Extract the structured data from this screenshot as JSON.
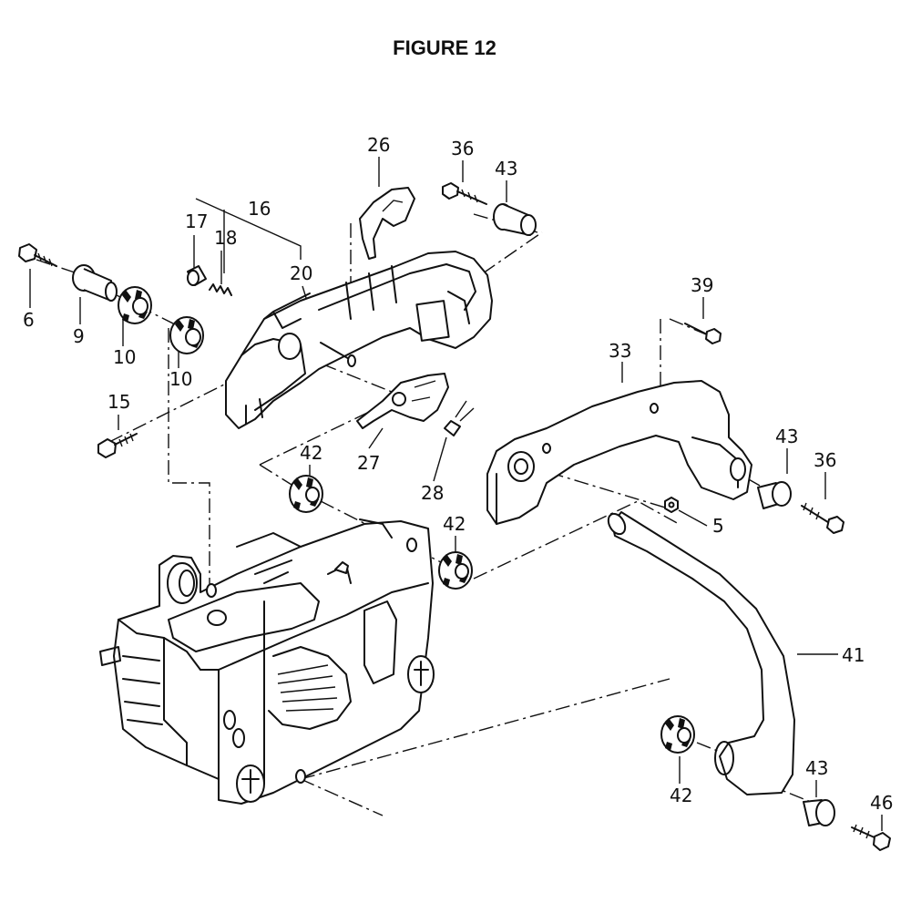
{
  "figure": {
    "title": "FIGURE 12"
  },
  "callouts": [
    {
      "id": "c26",
      "text": "26"
    },
    {
      "id": "c36a",
      "text": "36"
    },
    {
      "id": "c43a",
      "text": "43"
    },
    {
      "id": "c16",
      "text": "16"
    },
    {
      "id": "c17",
      "text": "17"
    },
    {
      "id": "c18",
      "text": "18"
    },
    {
      "id": "c20",
      "text": "20"
    },
    {
      "id": "c6",
      "text": "6"
    },
    {
      "id": "c9",
      "text": "9"
    },
    {
      "id": "c10a",
      "text": "10"
    },
    {
      "id": "c10b",
      "text": "10"
    },
    {
      "id": "c15",
      "text": "15"
    },
    {
      "id": "c39",
      "text": "39"
    },
    {
      "id": "c33",
      "text": "33"
    },
    {
      "id": "c43b",
      "text": "43"
    },
    {
      "id": "c36b",
      "text": "36"
    },
    {
      "id": "c42a",
      "text": "42"
    },
    {
      "id": "c27",
      "text": "27"
    },
    {
      "id": "c28",
      "text": "28"
    },
    {
      "id": "c42b",
      "text": "42"
    },
    {
      "id": "c5",
      "text": "5"
    },
    {
      "id": "c41",
      "text": "41"
    },
    {
      "id": "c42c",
      "text": "42"
    },
    {
      "id": "c43c",
      "text": "43"
    },
    {
      "id": "c46",
      "text": "46"
    }
  ]
}
